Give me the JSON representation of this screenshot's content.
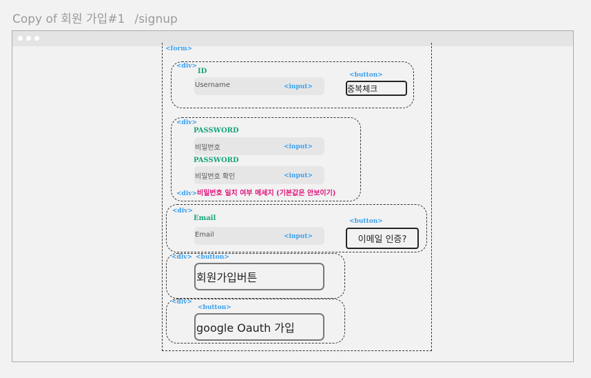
{
  "page": {
    "title": "Copy of 회원 가입#1",
    "route": "/signup"
  },
  "tags": {
    "form": "<form>",
    "div": "<div>",
    "input": "<input>",
    "button": "<button>"
  },
  "id_section": {
    "label": "ID",
    "placeholder": "Username",
    "button": "중복체크"
  },
  "password_section": {
    "label": "PASSWORD",
    "placeholder": "비밀번호",
    "confirm_label": "PASSWORD",
    "confirm_placeholder": "비밀번호 확인",
    "message": "비밀번호 일치 여부 메세지 (기본값은 안보이기)"
  },
  "email_section": {
    "label": "Email",
    "placeholder": "Email",
    "button": "이메일 인증?"
  },
  "signup_button": "회원가입버튼",
  "oauth_button": "google Oauth 가입"
}
